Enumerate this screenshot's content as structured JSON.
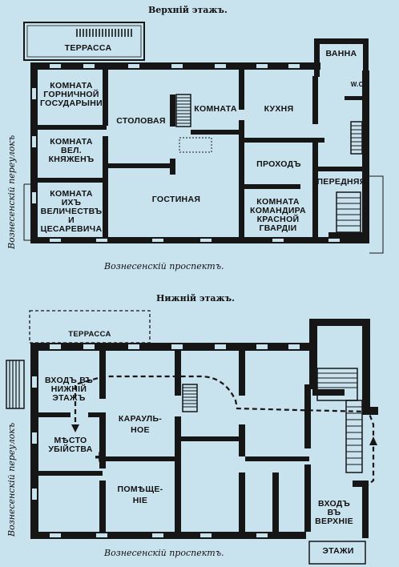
{
  "upper": {
    "title": "Верхнiй этажъ.",
    "street_bottom": "Вознесенскiй проспектъ.",
    "street_side": "Вознесенскiй переулокъ",
    "rooms": {
      "terrace": "ТЕРРАССА",
      "bath": "ВАННА",
      "wc": "W.C.",
      "maid": "КОМНАТА\nГОРНИЧНОЙ\nГОСУДАРЫНИ",
      "dining": "СТОЛОВАЯ",
      "room": "КОМНАТА",
      "kitchen": "КУХНЯ",
      "princesses": "КОМНАТА\nВЕЛ.\nКНЯЖЕНЪ",
      "passage": "ПРОХОДЪ",
      "hall": "ПЕРЕДНЯЯ",
      "majesties": "КОМНАТА\nИХЪ\nВЕЛИЧЕСТВЪ\nИ\nЦЕСАРЕВИЧА",
      "living": "ГОСТИНАЯ",
      "commander": "КОМНАТА\nКОМАНДИРА\nКРАСНОЙ\nГВАРДIИ"
    }
  },
  "lower": {
    "title": "Нижнiй этажъ.",
    "street_bottom": "Вознесенскiй проспектъ.",
    "street_side": "Вознесенскiй переулокъ",
    "rooms": {
      "terrace": "ТЕРРАССА",
      "entrance_lower": "ВХОДЪ ВЪ\nНИЖНIЙ\nЭТАЖЪ",
      "murder_site": "МѢСТО\nУБIЙСТВА",
      "guard_1": "КАРАУЛЬ-\nНОЕ",
      "guard_2": "ПОМѢЩЕ-\nНIЕ",
      "entrance_upper": "ВХОДЪ\nВЪ\nВЕРХНIЕ",
      "floors": "ЭТАЖИ"
    }
  }
}
